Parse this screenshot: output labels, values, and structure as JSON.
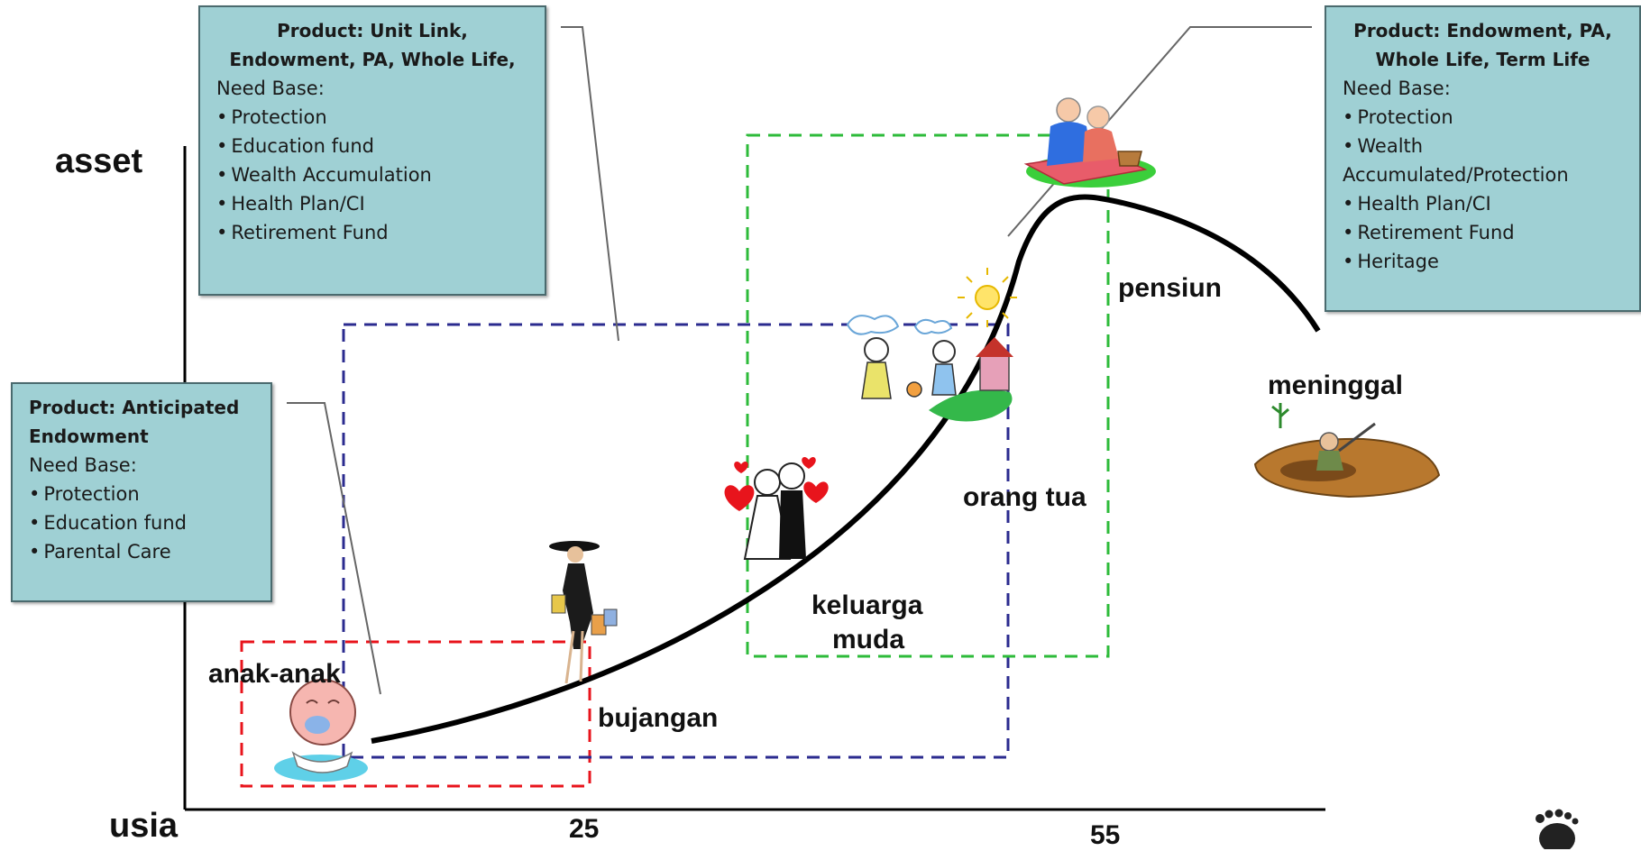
{
  "axes": {
    "y_label": "asset",
    "x_label": "usia",
    "ticks": [
      "25",
      "55"
    ]
  },
  "stages": {
    "anak": "anak-anak",
    "bujangan": "bujangan",
    "keluarga_1": "keluarga",
    "keluarga_2": "muda",
    "orang_tua": "orang tua",
    "pensiun": "pensiun",
    "meninggal": "meninggal"
  },
  "box_left": {
    "title_1": "Product: Anticipated",
    "title_2": "Endowment",
    "need": "Need Base:",
    "items": [
      "Protection",
      "Education fund",
      "Parental Care"
    ]
  },
  "box_mid": {
    "title_1": "Product: Unit Link,",
    "title_2": "Endowment, PA, Whole Life,",
    "need": "Need Base:",
    "items": [
      "Protection",
      "Education fund",
      "Wealth Accumulation",
      "Health Plan/CI",
      "Retirement Fund"
    ]
  },
  "box_right": {
    "title_1": "Product: Endowment, PA,",
    "title_2": "Whole Life, Term Life",
    "need": "Need Base:",
    "item_1": "Protection",
    "item_2a": "Wealth",
    "item_2b": "Accumulated/Protection",
    "item_3": "Health Plan/CI",
    "item_4": "Retirement Fund",
    "item_5": "Heritage"
  },
  "colors": {
    "box_fill": "#9fd0d4",
    "red_dash": "#e8141c",
    "blue_dash": "#2b2b8f",
    "green_dash": "#2dbb3a",
    "curve": "#000000"
  },
  "icons": [
    "crying-baby-icon",
    "shopping-woman-icon",
    "wedding-couple-icon",
    "family-drawing-icon",
    "retired-couple-picnic-icon",
    "grave-digger-icon",
    "footprint-icon"
  ]
}
